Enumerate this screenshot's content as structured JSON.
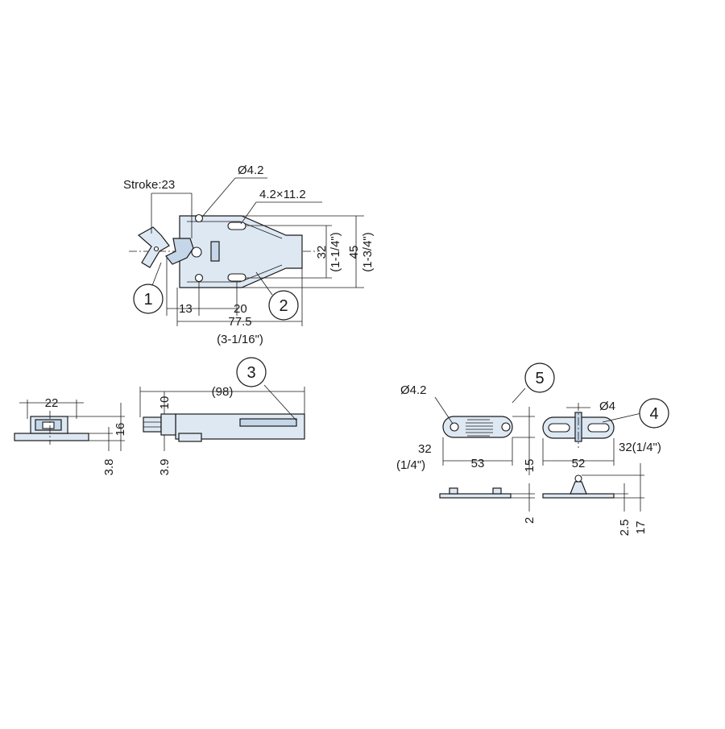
{
  "colors": {
    "part_fill": "#dde8f3",
    "line": "#1a1a1a",
    "background": "#ffffff"
  },
  "top_view": {
    "stroke_label": "Stroke:23",
    "hole_dia": "Ø4.2",
    "slot_size": "4.2×11.2",
    "height_inner": "32",
    "height_inner_in": "(1-1/4\")",
    "height_outer": "45",
    "height_outer_in": "(1-3/4\")",
    "dim_13": "13",
    "dim_20": "20",
    "length": "77.5",
    "length_in": "(3-1/16\")",
    "callout_1": "1",
    "callout_2": "2"
  },
  "end_view": {
    "width": "22",
    "height": "16",
    "base": "3.8"
  },
  "side_view": {
    "length": "(98)",
    "dim_10": "10",
    "dim_39": "3.9",
    "callout_3": "3"
  },
  "strike_5": {
    "hole_dia": "Ø4.2",
    "width": "32",
    "width_in": "(1/4\")",
    "pitch": "53",
    "height": "15",
    "thickness": "2",
    "callout": "5"
  },
  "strike_4": {
    "hole_dia": "Ø4",
    "width": "32(1/4\")",
    "pitch": "52",
    "base": "2.5",
    "height": "17",
    "callout": "4"
  }
}
